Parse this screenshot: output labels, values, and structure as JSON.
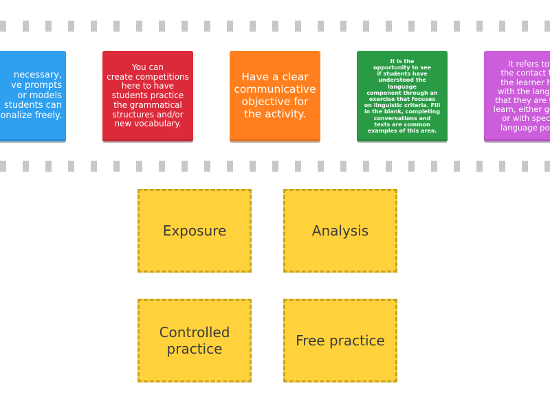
{
  "cards": [
    {
      "text": "necessary,\nve prompts\nor models\n students can\nonalize freely.",
      "color": "#2f9ff0"
    },
    {
      "text": "You can\ncreate competitions\nhere to have\nstudents practice\nthe grammatical\nstructures and/or\nnew vocabulary.",
      "color": "#dd2a3a"
    },
    {
      "text": "Have a clear\ncommunicative\nobjective for\nthe activity.",
      "color": "#ff7f1e"
    },
    {
      "text": "It is the\nopportunity to see\nif students have\nunderstood the language\ncomponent through an\nexercise that focuses\non linguistic criteria. Fill\nin the blank, completing\nconversations and\ntexts are common\nexamples of this area.",
      "color": "#2a9a45"
    },
    {
      "text": "It refers to\nthe contact th\nthe learner ha\nwith the langua\nthat they are tryi\nlearn, either gene\nor with specif\nlanguage poin",
      "color": "#cc5ddb"
    }
  ],
  "targets": [
    {
      "label": "Exposure"
    },
    {
      "label": "Analysis"
    },
    {
      "label": "Controlled\npractice"
    },
    {
      "label": "Free practice"
    }
  ],
  "colors": {
    "target_fill": "#ffd23c",
    "target_border": "#c8a320",
    "strip_dash": "#c8c8c8"
  }
}
